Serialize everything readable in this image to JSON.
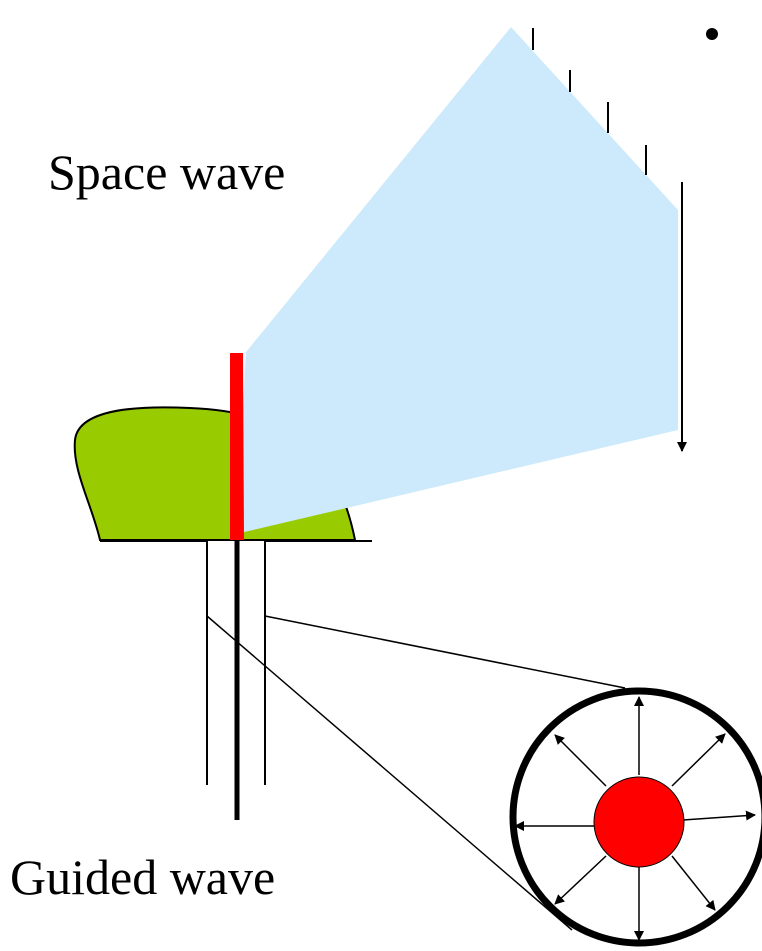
{
  "labels": {
    "space_wave": "Space wave",
    "guided_wave": "Guided wave"
  },
  "colors": {
    "radiation_pattern": "#cceafb",
    "ground_plane": "#99cc00",
    "antenna_element": "#ff0000",
    "inner_conductor": "#ff0000",
    "lines": "#000000"
  },
  "icons": {
    "bullet": "bullet-dot"
  }
}
